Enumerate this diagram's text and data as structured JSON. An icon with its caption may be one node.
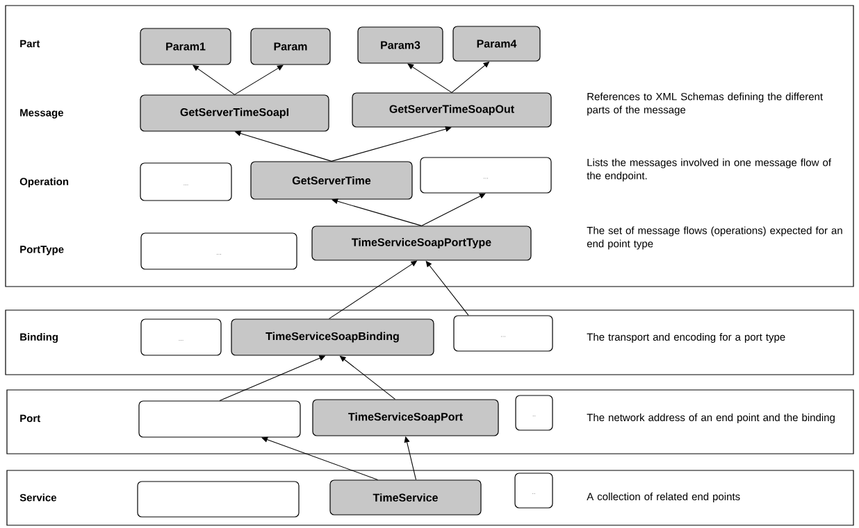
{
  "diagram": {
    "nodes": [
      {
        "text": [
          "Part",
          "Message",
          "References to XML Schemas defining the different parts of the message",
          "Operation",
          "Lists the messages involved in one message flow of the endpoint.",
          "PortType",
          "The set of message flows (operations) expected for an end point type"
        ]
      },
      {
        "text": [
          "Param1"
        ],
        "in": 0
      },
      {
        "text": [
          "Param"
        ],
        "in": 0
      },
      {
        "text": [
          "Param3"
        ],
        "in": 0
      },
      {
        "text": [
          "Param4"
        ],
        "in": 0
      },
      {
        "text": [
          "GetServerTimeSoapI"
        ],
        "in": 0
      },
      {
        "text": [
          "GetServerTimeSoapOut"
        ],
        "in": 0
      },
      {
        "text": [
          "..."
        ],
        "in": 0
      },
      {
        "text": [
          "GetServerTime"
        ],
        "in": 0
      },
      {
        "text": [
          "..."
        ],
        "in": 0
      },
      {
        "text": [
          "..."
        ],
        "in": 0
      },
      {
        "text": [
          "TimeServiceSoapPortType"
        ],
        "in": 0
      },
      {
        "text": [
          "Binding",
          "The transport and encoding for a port type"
        ]
      },
      {
        "text": [
          "..."
        ],
        "in": 12
      },
      {
        "text": [
          "TimeServiceSoapBinding"
        ],
        "in": 12
      },
      {
        "text": [
          "..."
        ],
        "in": 12
      },
      {
        "text": [
          "Port",
          "The network address of an end point and the binding"
        ]
      },
      {
        "text": [],
        "shape": "box",
        "in": 16
      },
      {
        "text": [
          "TimeServiceSoapPort"
        ],
        "in": 16
      },
      {
        "text": [
          ".."
        ],
        "in": 16
      },
      {
        "text": [
          "Service",
          "A collection of related end points"
        ]
      },
      {
        "text": [],
        "shape": "box",
        "in": 20
      },
      {
        "text": [
          "TimeService"
        ],
        "in": 20
      },
      {
        "text": [
          ".."
        ],
        "in": 20
      }
    ],
    "edges": [
      {
        "from": 5,
        "to": 1,
        "arrow": "to"
      },
      {
        "from": 5,
        "to": 2,
        "arrow": "to"
      },
      {
        "from": 6,
        "to": 3,
        "arrow": "to"
      },
      {
        "from": 6,
        "to": 4,
        "arrow": "to"
      },
      {
        "from": 8,
        "to": 5,
        "arrow": "to"
      },
      {
        "from": 8,
        "to": 6,
        "arrow": "to"
      },
      {
        "from": 11,
        "to": 8,
        "arrow": "to"
      },
      {
        "from": 11,
        "to": 9,
        "arrow": "to"
      },
      {
        "from": 14,
        "to": 11,
        "arrow": "to"
      },
      {
        "from": 15,
        "to": 11,
        "arrow": "to"
      },
      {
        "from": 17,
        "to": 14,
        "arrow": "to"
      },
      {
        "from": 18,
        "to": 14,
        "arrow": "to"
      },
      {
        "from": 22,
        "to": 17,
        "arrow": "to"
      },
      {
        "from": 22,
        "to": 18,
        "arrow": "to"
      }
    ]
  }
}
